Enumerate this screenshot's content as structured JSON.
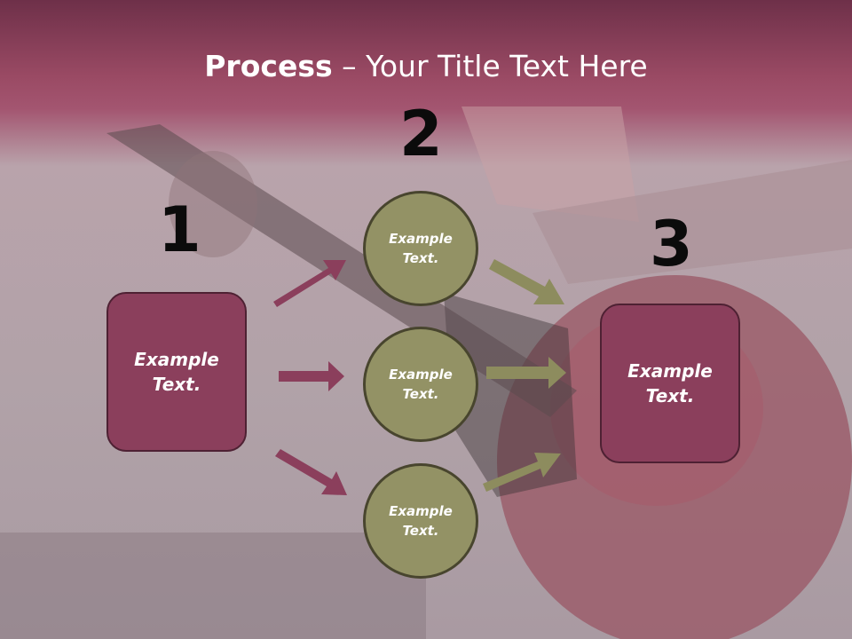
{
  "title": {
    "bold": "Process",
    "rest": " – Your Title Text Here"
  },
  "steps": {
    "n1": "1",
    "n2": "2",
    "n3": "3"
  },
  "left_box": {
    "line1": "Example",
    "line2": "Text."
  },
  "right_box": {
    "line1": "Example",
    "line2": "Text."
  },
  "circles": [
    {
      "line1": "Example",
      "line2": "Text."
    },
    {
      "line1": "Example",
      "line2": "Text."
    },
    {
      "line1": "Example",
      "line2": "Text."
    }
  ],
  "colors": {
    "box": "#8b3f5c",
    "circle": "#939265",
    "arrow_left": "#8b3f5c",
    "arrow_right": "#8d8c5e"
  }
}
